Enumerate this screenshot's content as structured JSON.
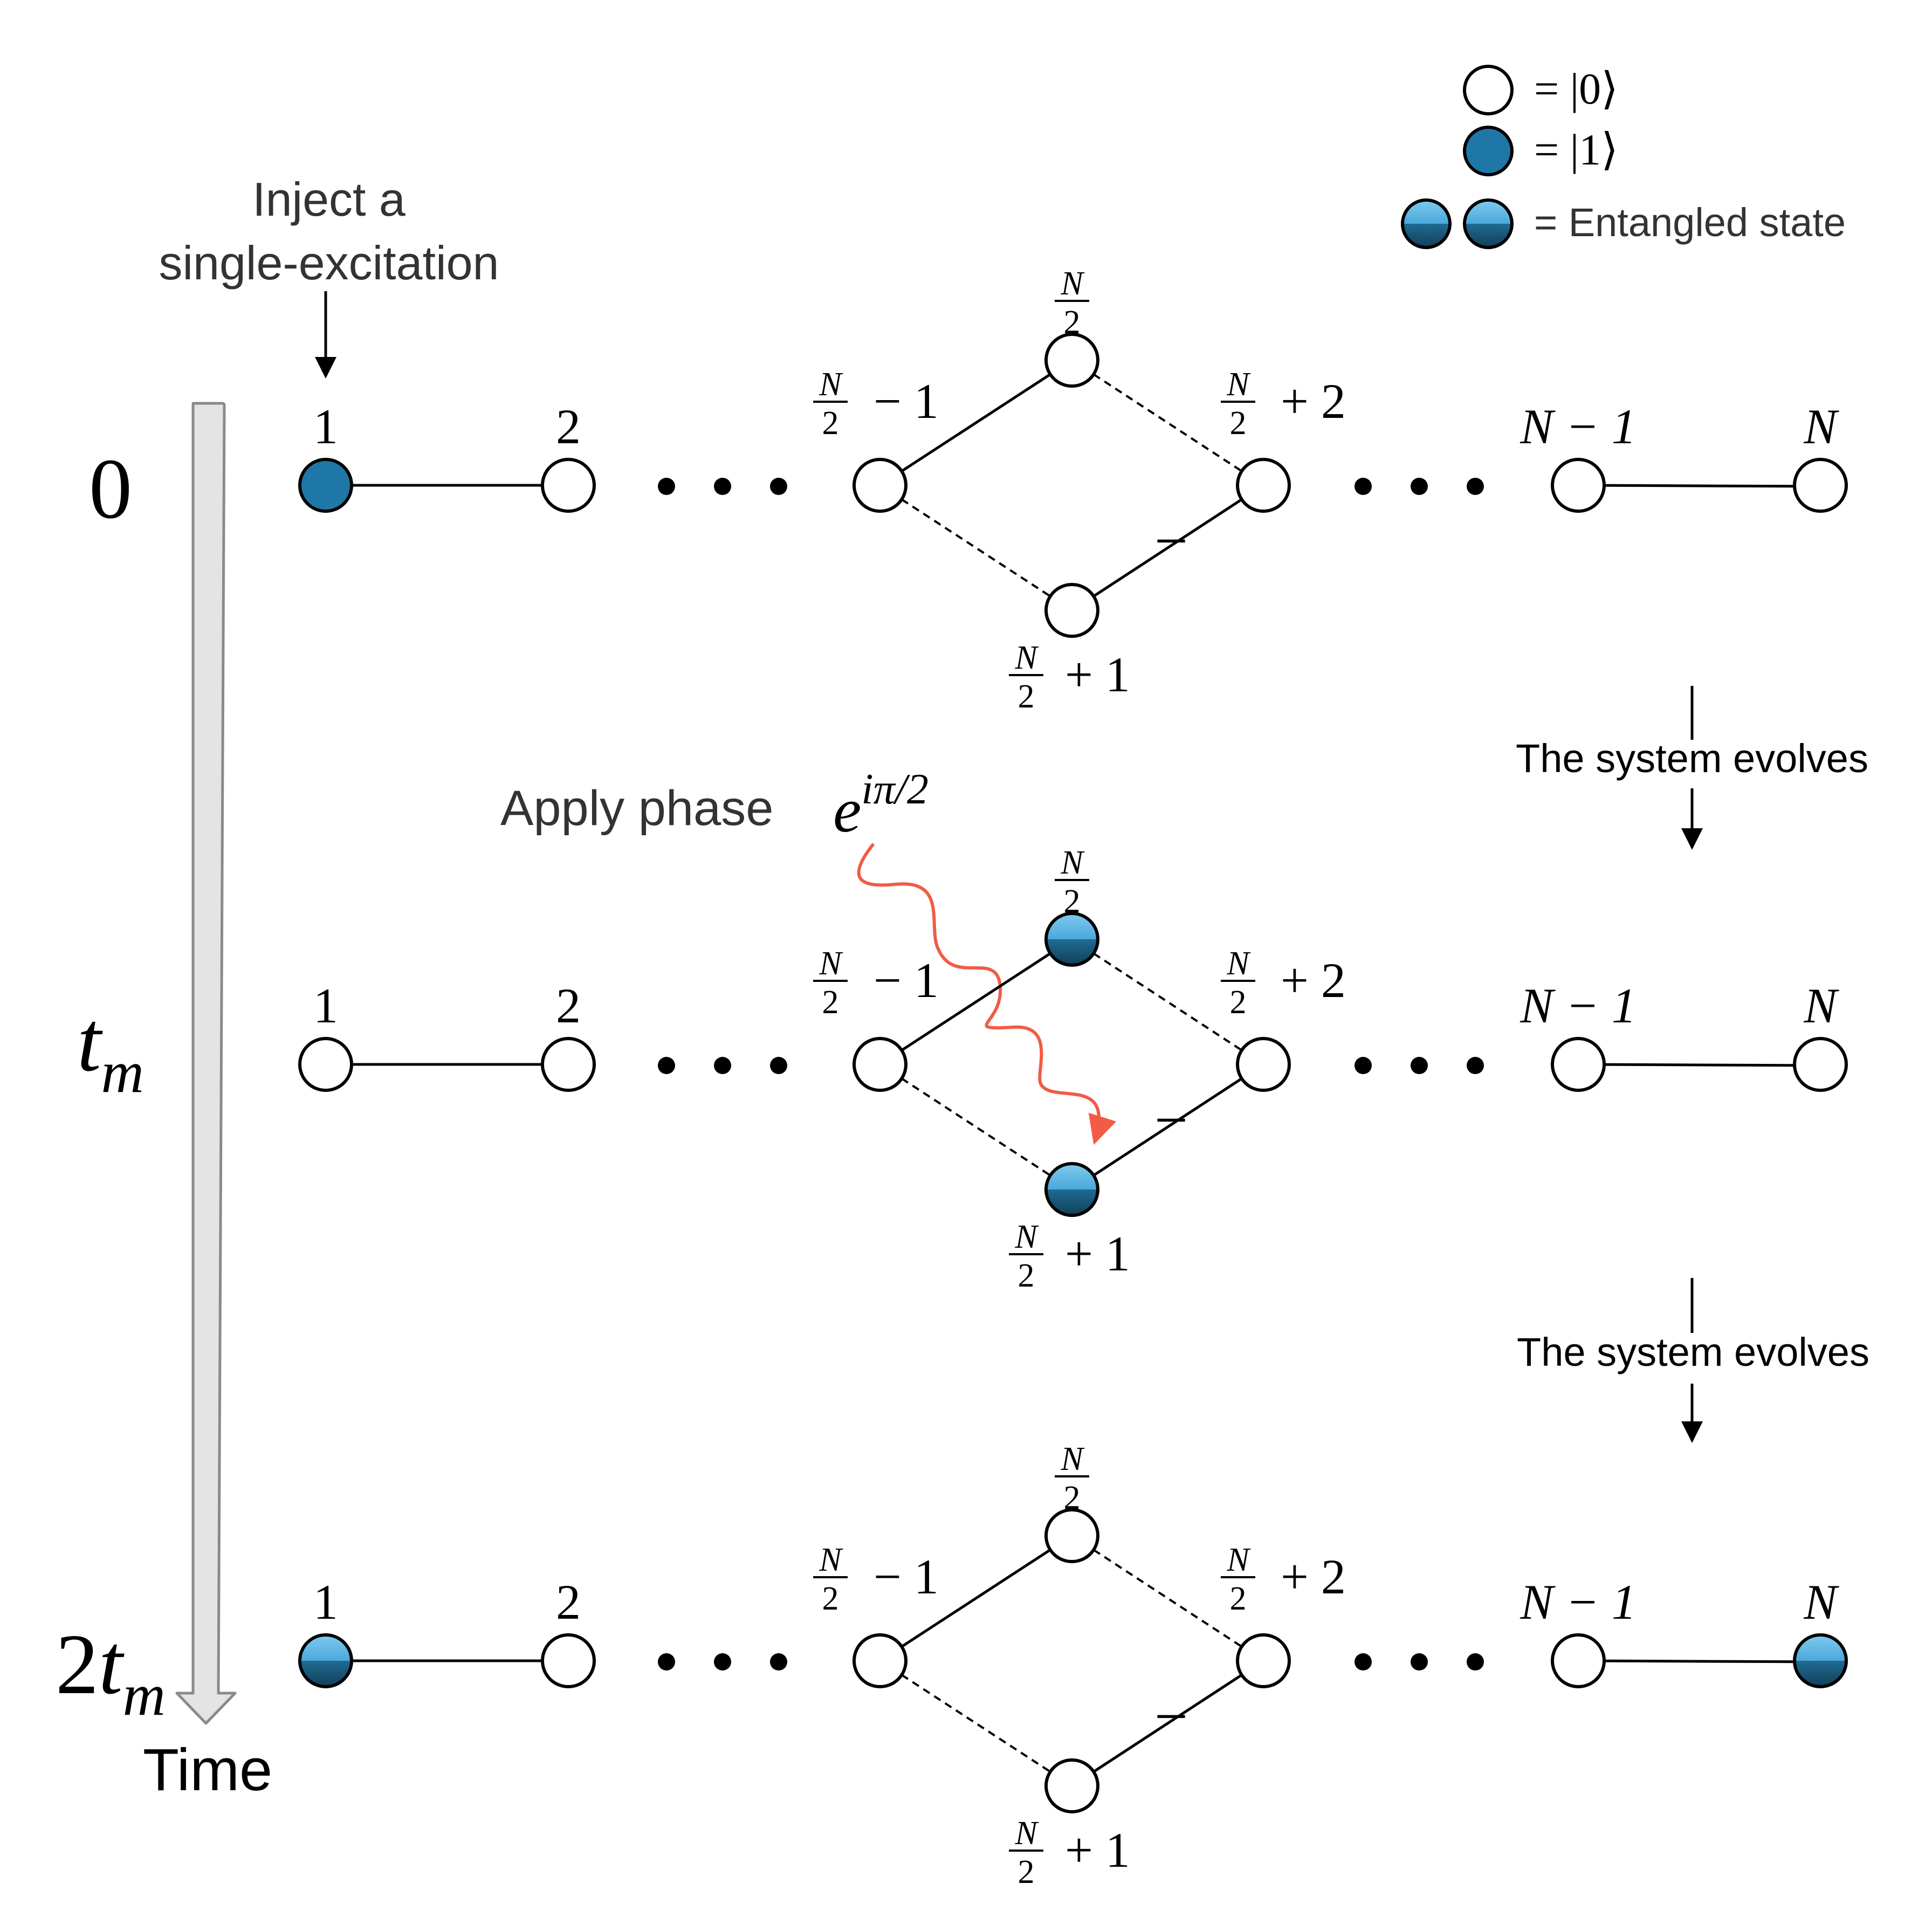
{
  "legend": {
    "zero_state": "= |0⟩",
    "one_state": "= |1⟩",
    "entangled": "= Entangled state"
  },
  "inject_label_line1": "Inject a",
  "inject_label_line2": "single-excitation",
  "apply_phase_label": "Apply phase",
  "phase_expr": {
    "base": "e",
    "exponent": "iπ/2"
  },
  "evolve_label_1": "The system evolves",
  "evolve_label_2": "The system evolves",
  "time_axis_label": "Time",
  "rows": [
    {
      "time_label": "0",
      "time_sub": ""
    },
    {
      "time_label": "t",
      "time_sub": "m"
    },
    {
      "time_label": "2t",
      "time_sub": "m"
    }
  ],
  "node_labels": {
    "n1": "1",
    "n2": "2",
    "n_top_num": "N",
    "n_top_den": "2",
    "left_num": "N",
    "left_den": "2",
    "left_suffix": "− 1",
    "right_num": "N",
    "right_den": "2",
    "right_suffix": "+ 2",
    "bottom_num": "N",
    "bottom_den": "2",
    "bottom_suffix": "+ 1",
    "nm1": "N − 1",
    "nN": "N"
  },
  "minus_sign": "−",
  "colors": {
    "one_state_fill": "#1f77a8",
    "entangled_top": "#6fc0ea",
    "entangled_bottom": "#1a5a7e",
    "phase_arrow": "#f25b45",
    "time_arrow_fill": "#e4e4e4",
    "time_arrow_stroke": "#8a8a8a"
  }
}
